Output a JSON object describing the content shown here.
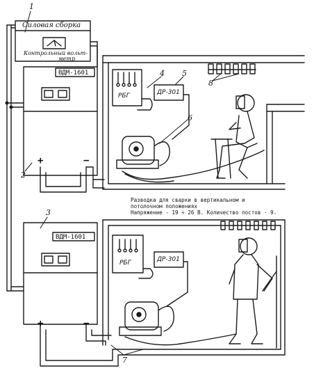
{
  "labels": {
    "power_assembly": "Силовая сборка",
    "control_voltmeter_line1": "Контрольный вольт-",
    "control_voltmeter_line2": "метр",
    "rectifier_plate_top": "ВДМ-1601",
    "rectifier_plate_bottom": "ВДМ-1601",
    "rbg_top": "РБГ",
    "rbg_bottom": "РБГ",
    "dr_top": "ДР-301",
    "dr_bottom": "ДР-301",
    "plus": "+",
    "minus": "−"
  },
  "callouts": {
    "n1": "1",
    "n2": "2",
    "n3": "3",
    "n4": "4",
    "n5": "5",
    "n6": "6",
    "n7": "7",
    "n8": "8"
  },
  "caption": {
    "line1": "Разводка для сварки в вертикальном и",
    "line2": "потолочном положениях",
    "line3": "Напряжение - 19 ÷ 26 В. Количество постов - 9."
  }
}
